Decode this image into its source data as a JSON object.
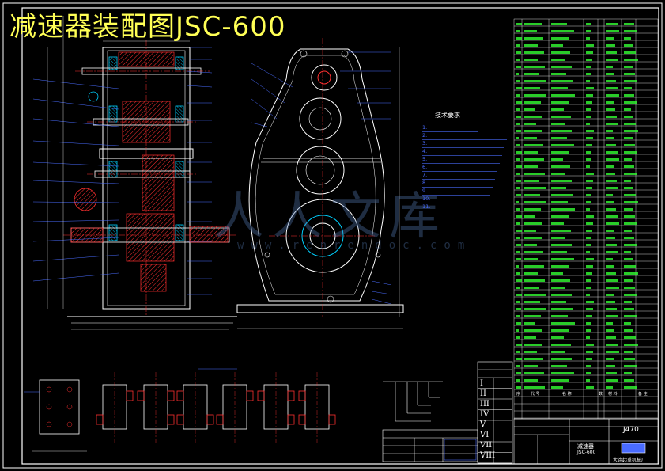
{
  "drawing": {
    "title": "减速器装配图JSC-600",
    "drawing_number": "J470",
    "model": "JSC-600",
    "name": "减速器",
    "company": "大连起重机械厂",
    "bom_header": [
      "序",
      "代  号",
      "名  称",
      "数",
      "材  料",
      "备  注"
    ]
  },
  "tech_requirements": {
    "heading": "技术要求",
    "lines": [
      "1.",
      "2.",
      "3.",
      "4.",
      "5.",
      "6.",
      "7.",
      "8.",
      "9.",
      "10.",
      "11."
    ]
  },
  "watermark": {
    "brand": "人人文库",
    "url": "www.renrendoc.com"
  },
  "roman_numerals": [
    "I",
    "II",
    "III",
    "IV",
    "V",
    "VI",
    "VII",
    "VIII"
  ],
  "colors": {
    "frame": "#ffffff",
    "part_outline": "#ffffff",
    "section_hatch": "#ff3030",
    "leader": "#4a6cff",
    "center_line": "#ff3030",
    "bearing": "#00d0ff",
    "bom_text": "#33ff33",
    "title_text": "#ffff55"
  }
}
